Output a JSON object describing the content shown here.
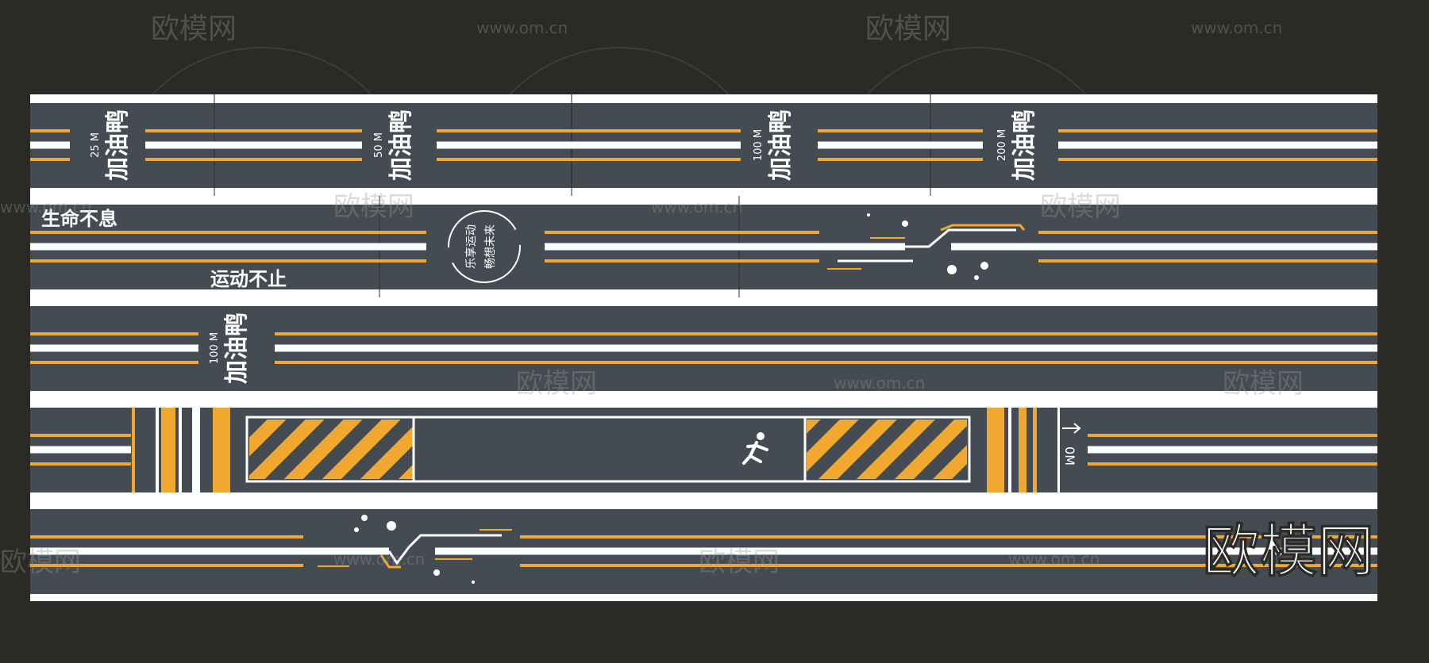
{
  "watermark": {
    "brand": "欧模网",
    "url": "www.om.cn",
    "big_brand": "欧模网"
  },
  "colors": {
    "background": "#2a2a26",
    "asphalt": "#454b52",
    "white_line": "#ffffff",
    "orange_line": "#f0a830"
  },
  "track": {
    "strip1": {
      "markers": [
        {
          "title": "加油鸭",
          "distance": "25 M"
        },
        {
          "title": "加油鸭",
          "distance": "50 M"
        },
        {
          "title": "加油鸭",
          "distance": "100 M"
        },
        {
          "title": "加油鸭",
          "distance": "200 M"
        }
      ]
    },
    "strip2": {
      "slogan_top": "生命不息",
      "slogan_bottom": "运动不止",
      "badge_text_1": "乐享运动",
      "badge_text_2": "畅想未来"
    },
    "strip3": {
      "marker": {
        "title": "加油鸭",
        "distance": "100 M"
      }
    },
    "strip4": {
      "start_label": "0M",
      "runner_icon": "runner-icon",
      "arrow_icon": "arrow-right-icon"
    },
    "strip5": {}
  }
}
